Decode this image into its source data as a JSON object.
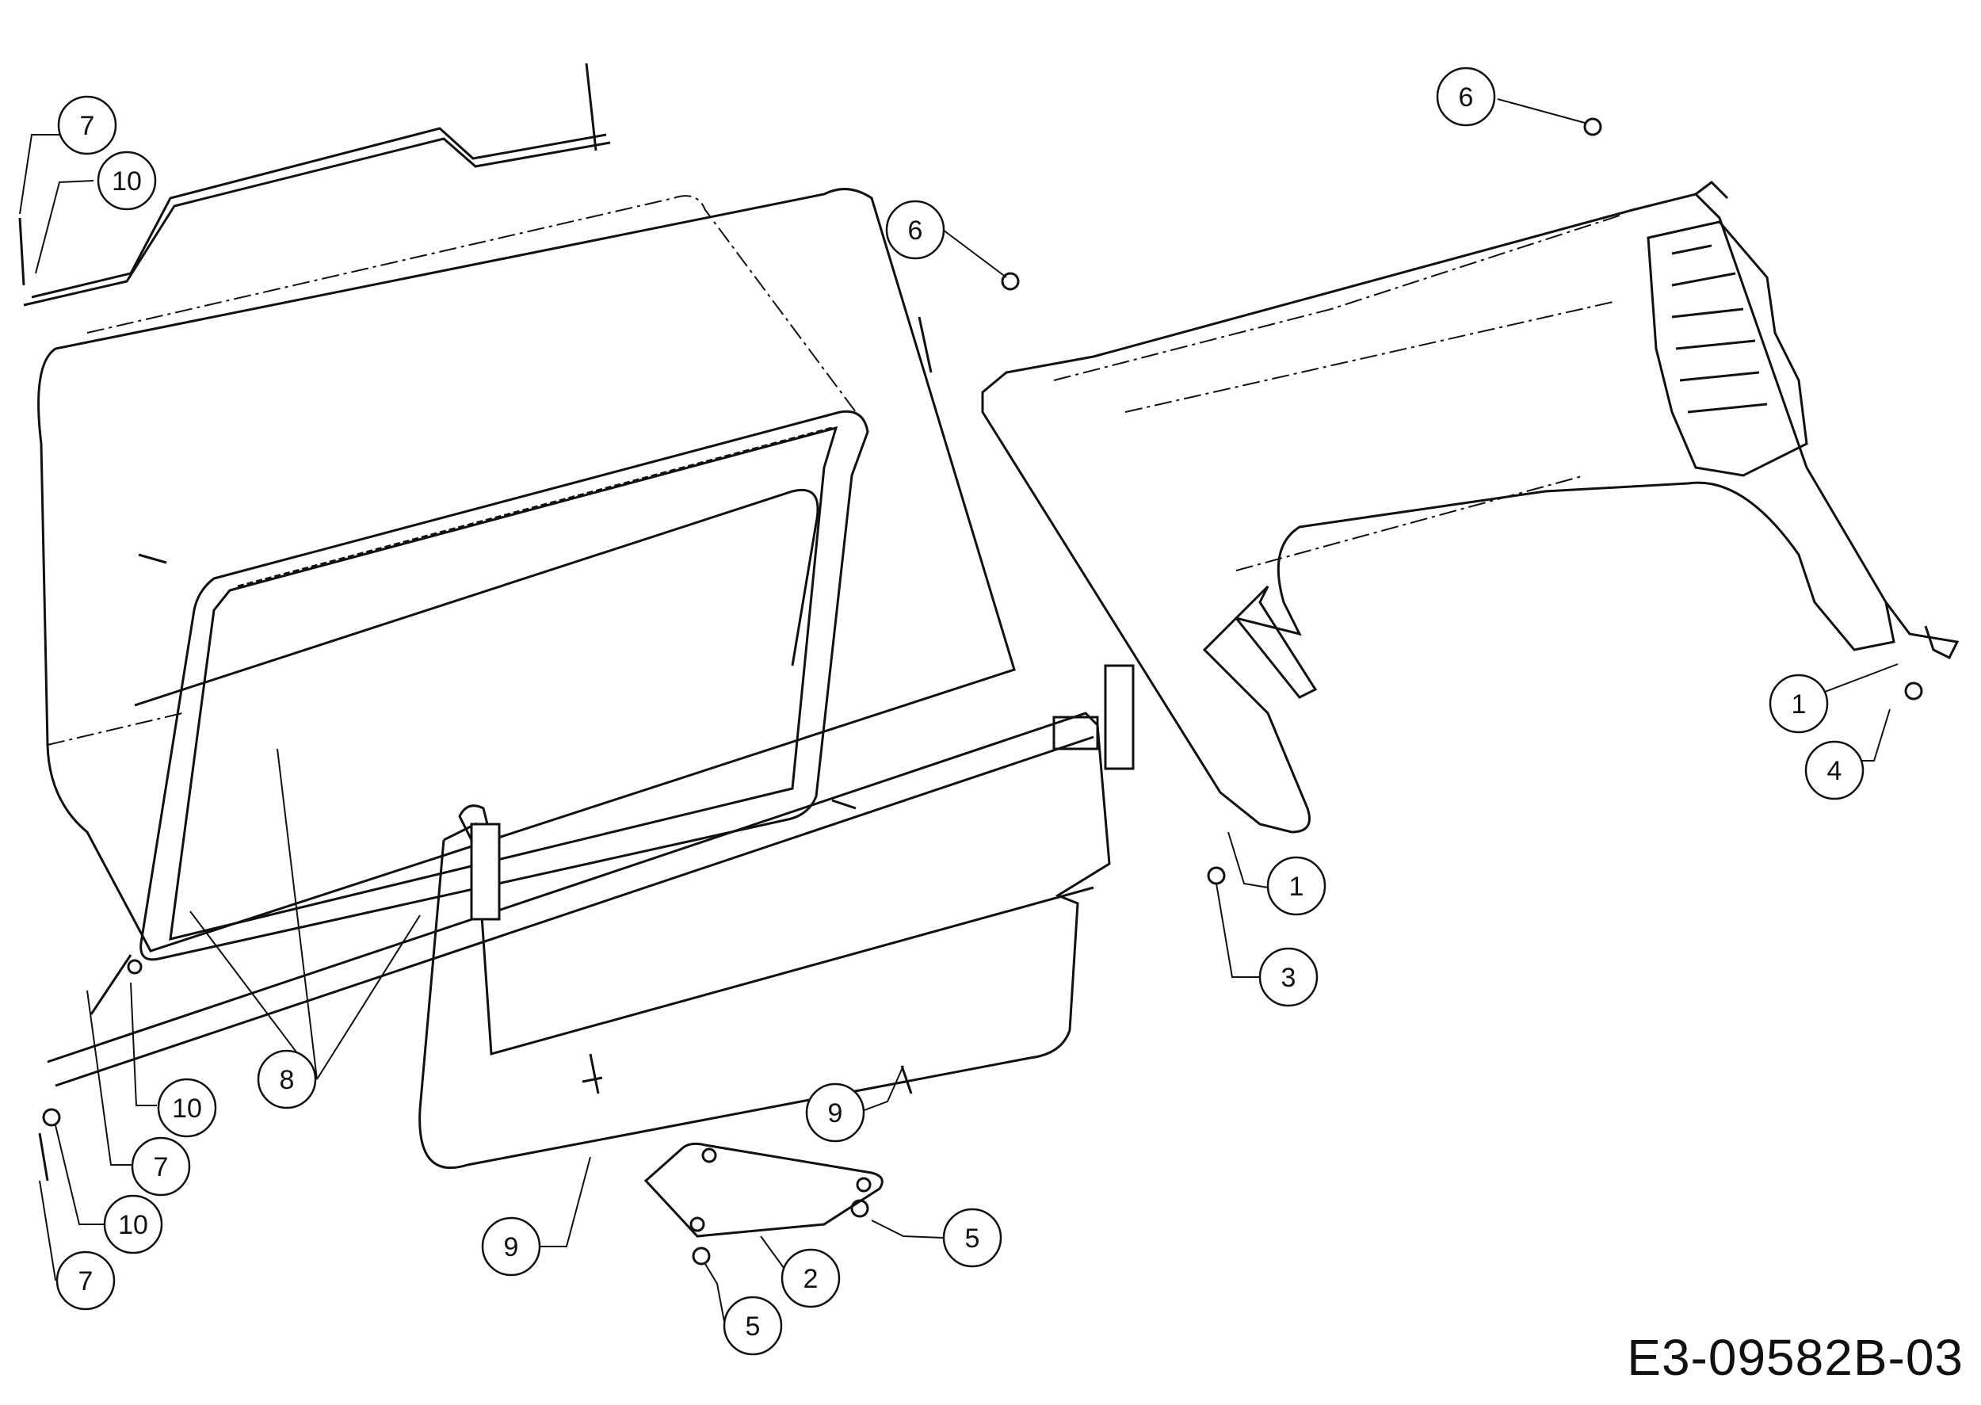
{
  "diagram": {
    "drawing_code": "E3-09582B-03",
    "callouts": {
      "c7a": "7",
      "c10a": "10",
      "c6a": "6",
      "c6b": "6",
      "c1a": "1",
      "c4a": "4",
      "c1b": "1",
      "c3a": "3",
      "c8a": "8",
      "c10b": "10",
      "c7b": "7",
      "c10c": "10",
      "c7c": "7",
      "c9a": "9",
      "c9b": "9",
      "c5a": "5",
      "c2a": "2",
      "c5b": "5"
    }
  }
}
